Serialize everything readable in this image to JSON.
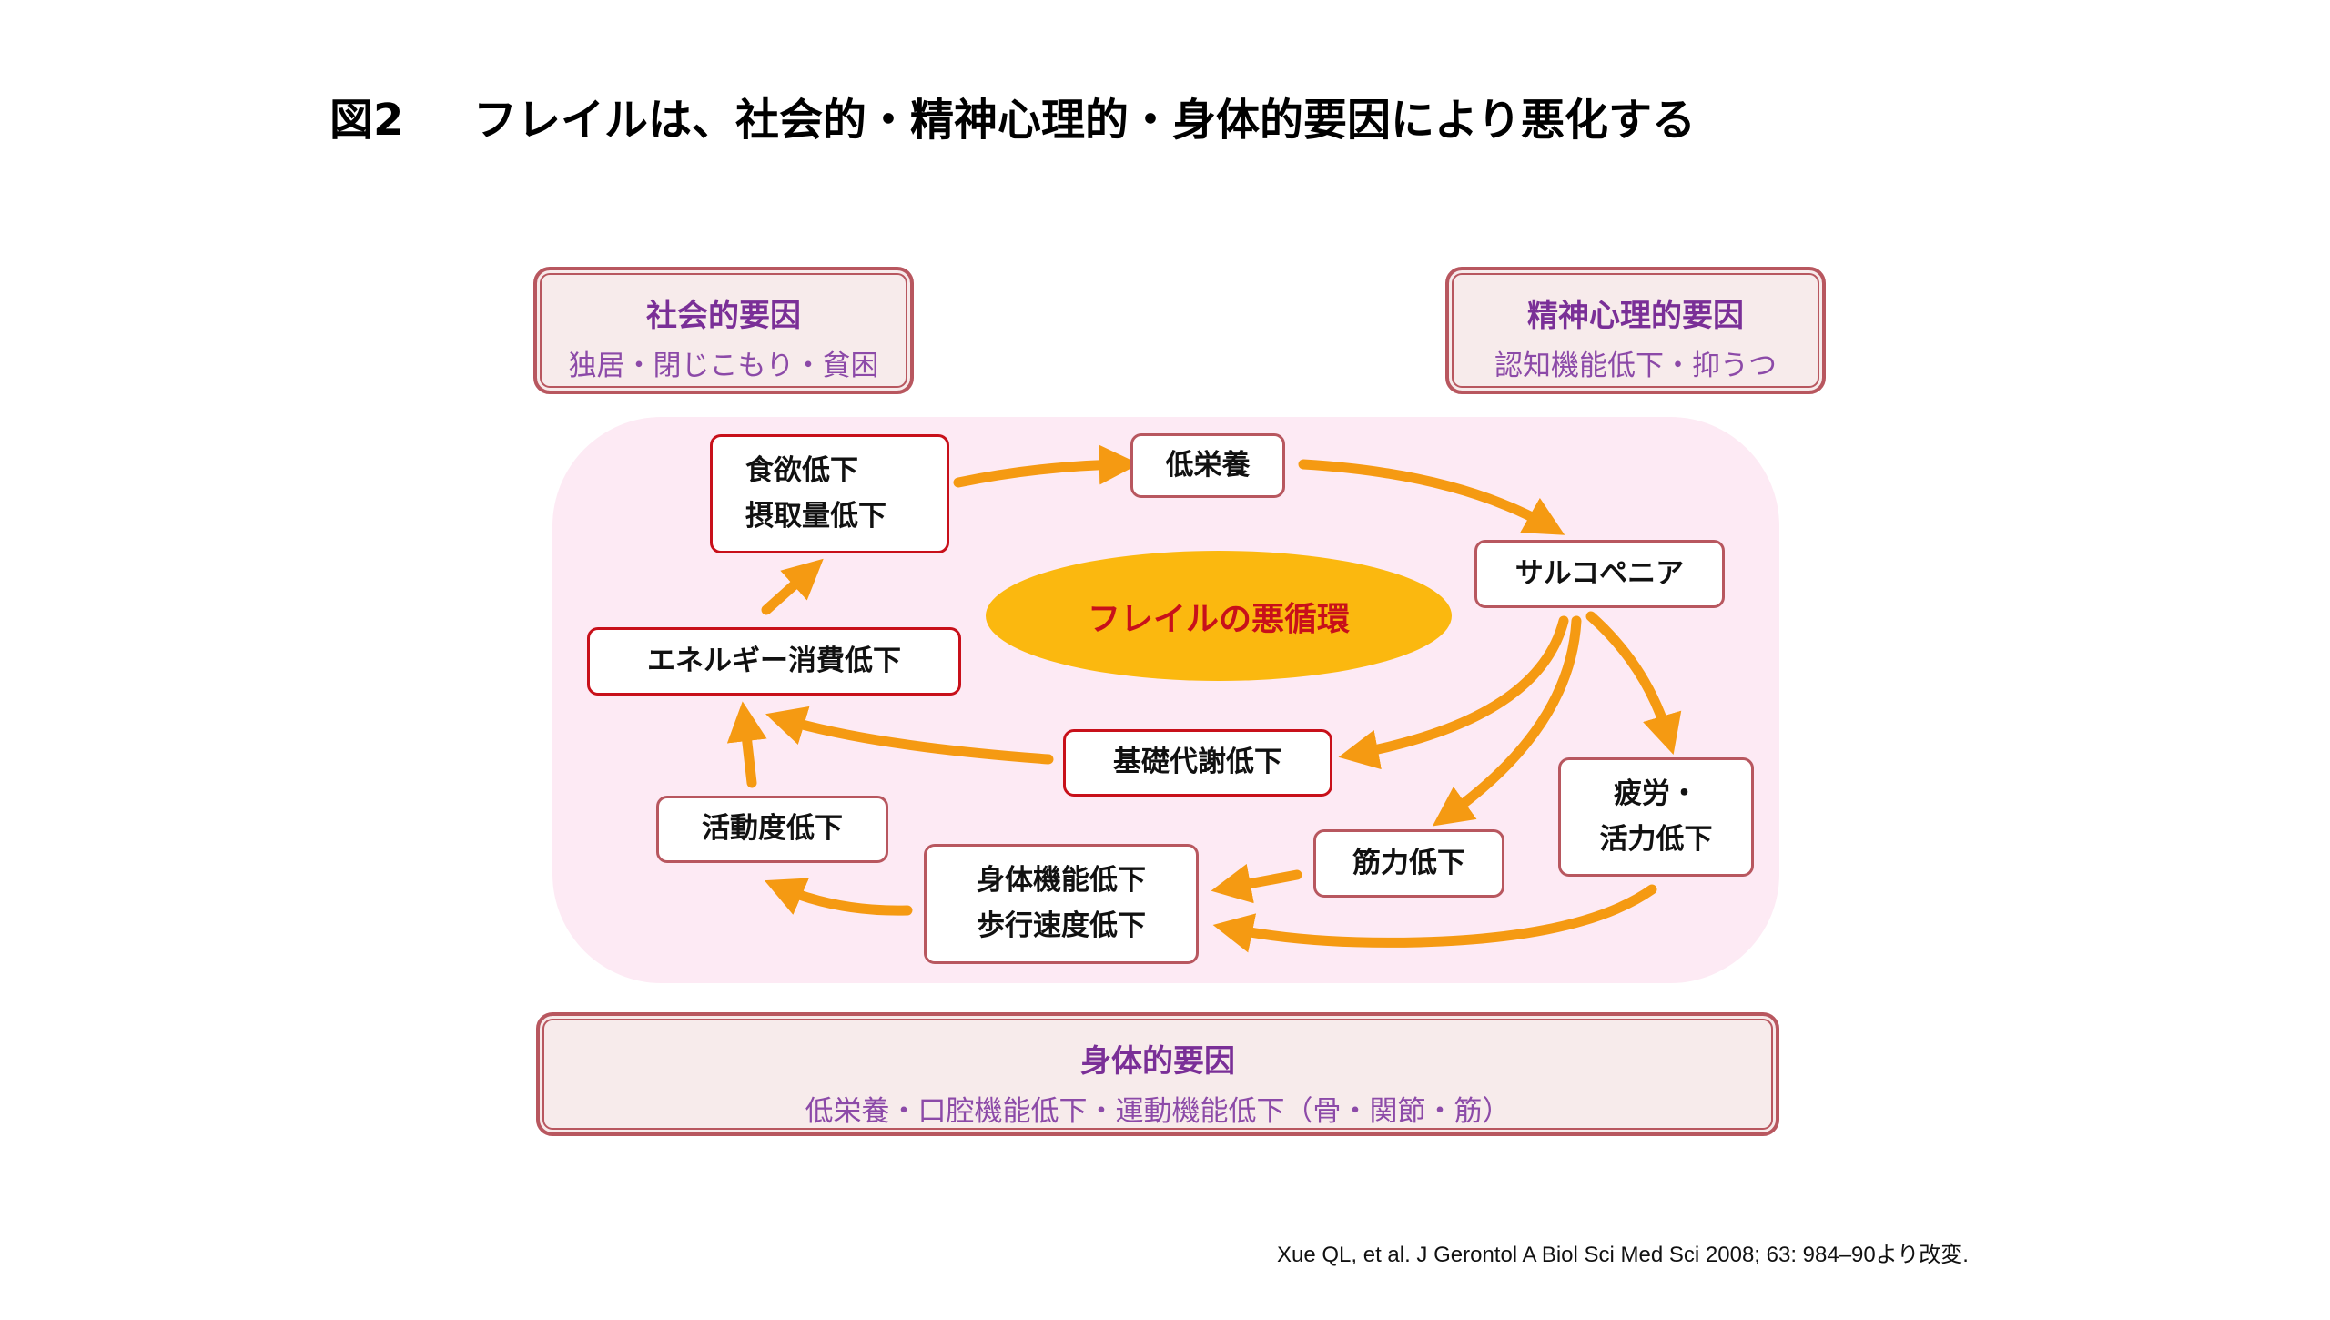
{
  "title": {
    "number": "図2",
    "text": "フレイルは、社会的・精神心理的・身体的要因により悪化する"
  },
  "factors": {
    "social": {
      "title": "社会的要因",
      "sub": "独居・閉じこもり・貧困"
    },
    "psych": {
      "title": "精神心理的要因",
      "sub": "認知機能低下・抑うつ"
    },
    "physical": {
      "title": "身体的要因",
      "sub": "低栄養・口腔機能低下・運動機能低下（骨・関節・筋）"
    }
  },
  "cycle": {
    "center": "フレイルの悪循環",
    "appetite": {
      "line1": "食欲低下",
      "line2": "摂取量低下"
    },
    "malnutrition": "低栄養",
    "sarcopenia": "サルコペニア",
    "energy": "エネルギー消費低下",
    "basal": "基礎代謝低下",
    "fatigue": {
      "line1": "疲労・",
      "line2": "活力低下"
    },
    "muscle": "筋力低下",
    "function": {
      "line1": "身体機能低下",
      "line2": "歩行速度低下"
    },
    "activity": "活動度低下"
  },
  "colors": {
    "arrow": "#f59a12",
    "ellipse": "#fbb80f",
    "border": "#b8575f",
    "red_border": "#c8101a",
    "purple": "#7a2f97"
  },
  "citation": "Xue QL, et al. J Gerontol A Biol Sci Med Sci 2008; 63: 984‒90より改変."
}
